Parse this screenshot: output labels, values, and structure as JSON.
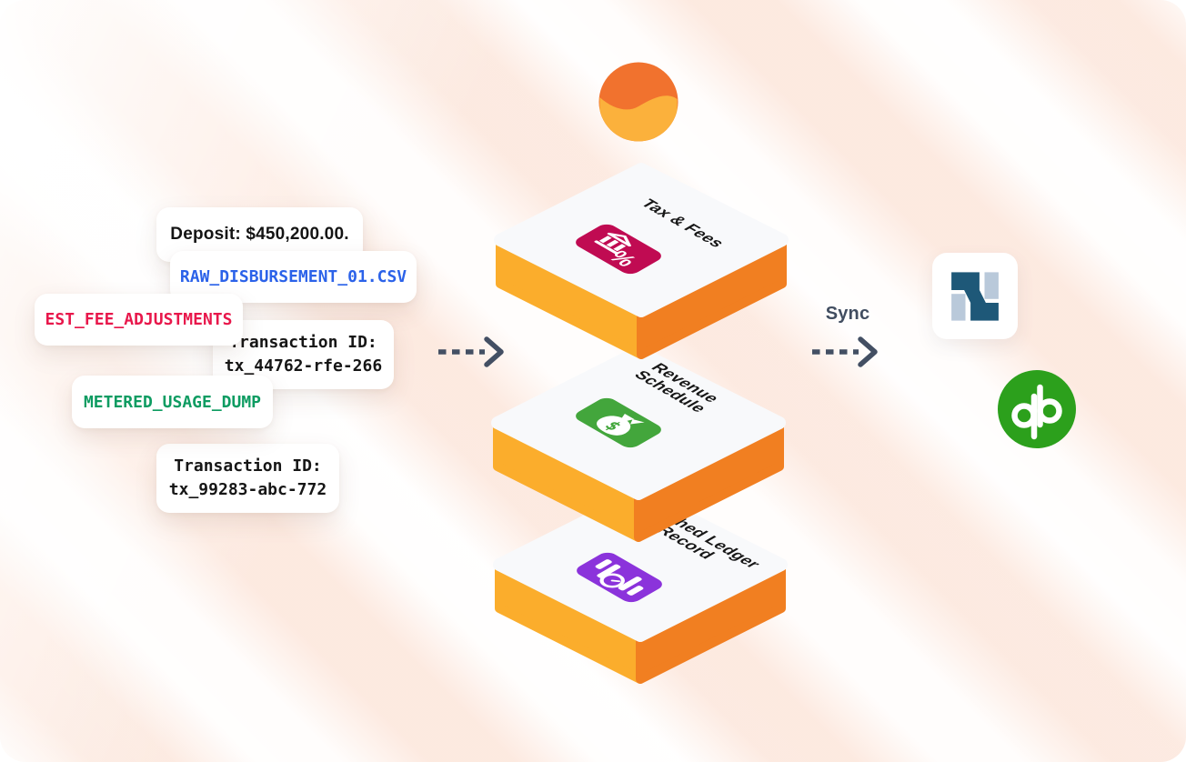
{
  "cards": [
    {
      "id": "deposit",
      "text": "Deposit: $450,200.00."
    },
    {
      "id": "raw_disbursement",
      "text": "RAW_DISBURSEMENT_01.CSV"
    },
    {
      "id": "est_fee_adjustments",
      "text": "EST_FEE_ADJUSTMENTS"
    },
    {
      "id": "transaction_1",
      "line1": "Transaction ID:",
      "line2": "tx_44762-rfe-266"
    },
    {
      "id": "metered_usage",
      "text": "METERED_USAGE_DUMP"
    },
    {
      "id": "transaction_2",
      "line1": "Transaction ID:",
      "line2": "tx_99283-abc-772"
    }
  ],
  "flow": {
    "sync_label": "Sync",
    "left_arrow_icon": "dashed-arrow-right",
    "right_arrow_icon": "dashed-arrow-right"
  },
  "stack": {
    "logo_icon": "orange-wave-circle",
    "tiles": [
      {
        "label_line1": "Tax & Fees",
        "label_line2": "",
        "icon": "bank-percent-icon",
        "chip_color": "#C00B52"
      },
      {
        "label_line1": "Revenue",
        "label_line2": "Schedule",
        "icon": "money-bag-icon",
        "chip_color": "#43A63C"
      },
      {
        "label_line1": "Matched Ledger",
        "label_line2": "Record",
        "icon": "ledger-clock-icon",
        "chip_color": "#8B33DB"
      }
    ]
  },
  "destinations": [
    {
      "icon": "netsuite-logo"
    },
    {
      "icon": "quickbooks-logo"
    }
  ],
  "colors": {
    "orb_top": "#F1722E",
    "orb_bottom": "#FBB13C",
    "tile_top_face": "#F8F9FB",
    "tile_side_left": "#FBAD2C",
    "tile_side_right": "#F17F21",
    "chip_tax": "#C00B52",
    "chip_revenue": "#43A63C",
    "chip_ledger": "#8B33DB",
    "card_text_dark": "#141414",
    "card_text_blue": "#2B62E9",
    "card_text_red": "#E8174B",
    "card_text_green": "#0E9C62",
    "arrow": "#434F63",
    "netsuite_dark": "#1E5878",
    "netsuite_light": "#B9C9DA",
    "quickbooks_green": "#2CA01C"
  }
}
